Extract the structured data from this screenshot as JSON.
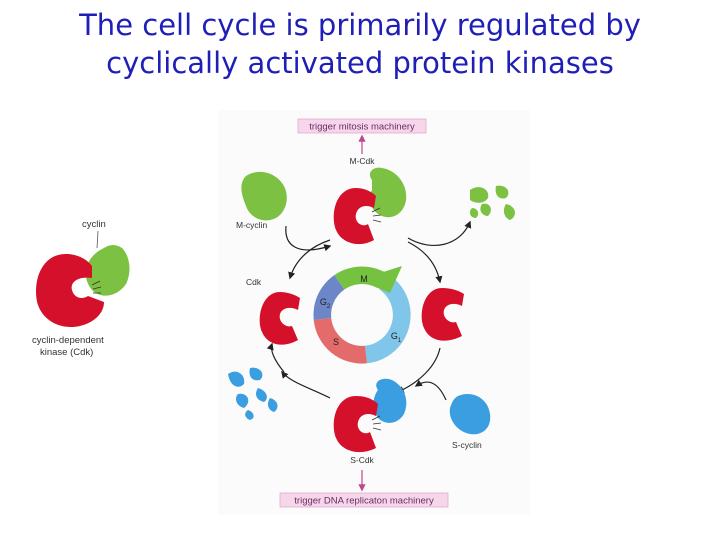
{
  "title": {
    "line1": "The cell cycle is primarily regulated by",
    "line2": "cyclically activated protein kinases"
  },
  "legend": {
    "cyclin": "cyclin",
    "cdk_line1": "cyclin-dependent",
    "cdk_line2": "kinase (Cdk)"
  },
  "diagram": {
    "top_box": "trigger mitosis machinery",
    "bottom_box": "trigger DNA replicaton machinery",
    "m_cdk": "M-Cdk",
    "m_cyclin": "M-cyclin",
    "cdk": "Cdk",
    "s_cdk": "S-Cdk",
    "s_cyclin": "S-cyclin",
    "phases": {
      "m": "M",
      "g2": "G",
      "g1": "G",
      "s": "S",
      "sub_2": "2",
      "sub_1": "1"
    }
  },
  "colors": {
    "title": "#1f1fb8",
    "cdk_red": "#d4102a",
    "m_cyclin_green": "#7dc142",
    "s_cyclin_blue": "#3a9ee0",
    "box_fill": "#f6d7ea",
    "box_border": "#e7a9cf",
    "phase_g2": "#6c86c8",
    "phase_s": "#e36b6b",
    "phase_g1": "#7fc6ea",
    "phase_m": "#74c23f"
  }
}
